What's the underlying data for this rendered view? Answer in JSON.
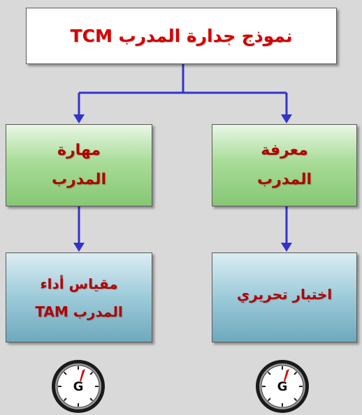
{
  "diagram": {
    "title": "نموذج جدارة المدرب TCM",
    "boxes": {
      "knowledge": {
        "line1": "معرفة",
        "line2": "المدرب"
      },
      "skill": {
        "line1": "مهارة",
        "line2": "المدرب"
      },
      "written_test": {
        "label": "اختبار تحريري"
      },
      "performance_scale": {
        "line1": "مقياس أداء",
        "line2": "المدرب TAM"
      }
    },
    "gauges": [
      {
        "icon": "stopwatch-gauge-icon",
        "letter": "G"
      },
      {
        "icon": "stopwatch-gauge-icon",
        "letter": "G"
      }
    ]
  },
  "colors": {
    "background": "#d9d9d9",
    "text": "#b30000",
    "connector": "#3333cc",
    "green_box": "#a9dc99",
    "blue_box": "#9ccad9"
  }
}
